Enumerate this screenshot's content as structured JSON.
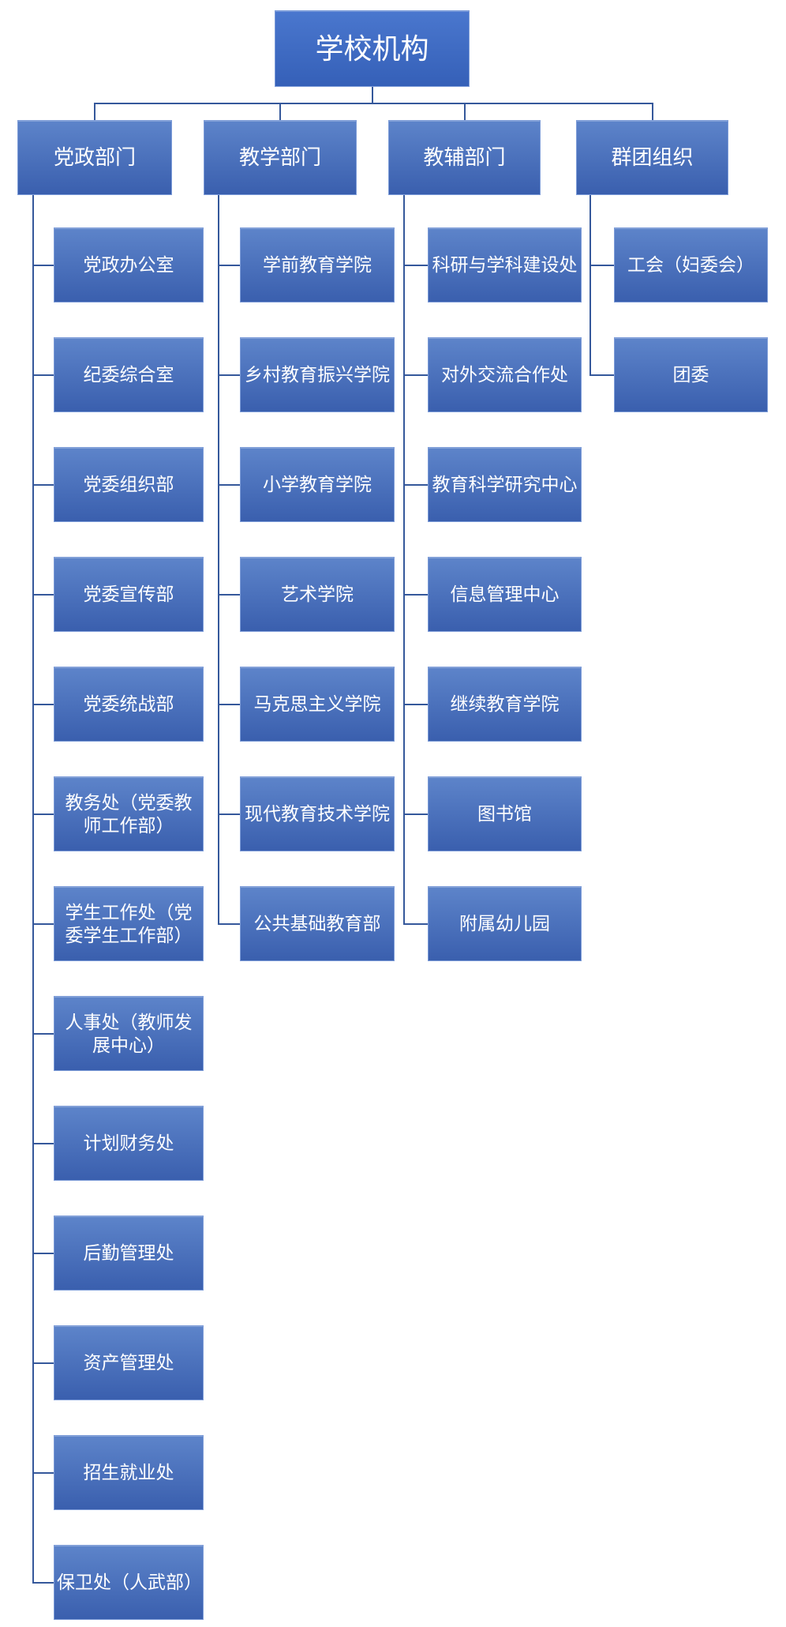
{
  "tree": {
    "root": "学校机构",
    "branches": [
      {
        "label": "党政部门",
        "children": [
          "党政办公室",
          "纪委综合室",
          "党委组织部",
          "党委宣传部",
          "党委统战部",
          "教务处（党委教师工作部）",
          "学生工作处（党委学生工作部）",
          "人事处（教师发展中心）",
          "计划财务处",
          "后勤管理处",
          "资产管理处",
          "招生就业处",
          "保卫处（人武部）"
        ]
      },
      {
        "label": "教学部门",
        "children": [
          "学前教育学院",
          "乡村教育振兴学院",
          "小学教育学院",
          "艺术学院",
          "马克思主义学院",
          "现代教育技术学院",
          "公共基础教育部"
        ]
      },
      {
        "label": "教辅部门",
        "children": [
          "科研与学科建设处",
          "对外交流合作处",
          "教育科学研究中心",
          "信息管理中心",
          "继续教育学院",
          "图书馆",
          "附属幼儿园"
        ]
      },
      {
        "label": "群团组织",
        "children": [
          "工会（妇委会）",
          "团委"
        ]
      }
    ]
  },
  "colors": {
    "box_gradient_top": "#5d84ca",
    "box_gradient_bottom": "#3a5fae",
    "root_gradient_top": "#4a77ce",
    "root_gradient_bottom": "#3560b8",
    "box_border": "#7d9cd8",
    "connector_line": "#35589b",
    "text": "#ffffff",
    "background": "#ffffff"
  }
}
